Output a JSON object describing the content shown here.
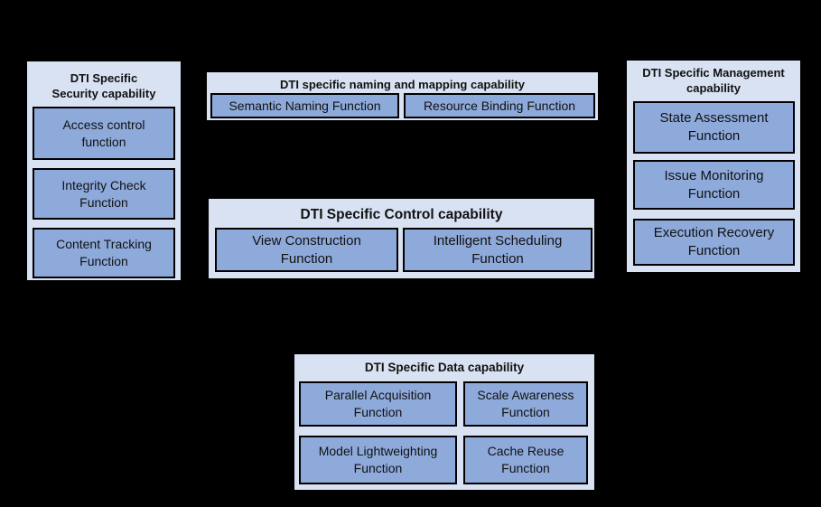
{
  "colors": {
    "background": "#000000",
    "group_fill": "#d9e2f3",
    "function_fill": "#8eaadb",
    "border": "#000000",
    "text": "#111111"
  },
  "groups": {
    "security": {
      "title_lines": [
        "DTI Specific",
        "Security capability"
      ],
      "functions": [
        {
          "lines": [
            "Access control",
            "function"
          ]
        },
        {
          "lines": [
            "Integrity Check",
            "Function"
          ]
        },
        {
          "lines": [
            "Content Tracking",
            "Function"
          ]
        }
      ]
    },
    "naming": {
      "title_lines": [
        "DTI specific naming and mapping capability"
      ],
      "functions": [
        {
          "lines": [
            "Semantic Naming Function"
          ]
        },
        {
          "lines": [
            "Resource Binding Function"
          ]
        }
      ]
    },
    "control": {
      "title_lines": [
        "DTI Specific Control capability"
      ],
      "functions": [
        {
          "lines": [
            "View Construction",
            "Function"
          ]
        },
        {
          "lines": [
            "Intelligent Scheduling",
            "Function"
          ]
        }
      ]
    },
    "management": {
      "title_lines": [
        "DTI Specific Management",
        "capability"
      ],
      "functions": [
        {
          "lines": [
            "State Assessment",
            "Function"
          ]
        },
        {
          "lines": [
            "Issue Monitoring",
            "Function"
          ]
        },
        {
          "lines": [
            "Execution Recovery",
            "Function"
          ]
        }
      ]
    },
    "data": {
      "title_lines": [
        "DTI Specific Data capability"
      ],
      "functions": [
        {
          "lines": [
            "Parallel Acquisition",
            "Function"
          ]
        },
        {
          "lines": [
            "Scale Awareness",
            "Function"
          ]
        },
        {
          "lines": [
            "Model Lightweighting",
            "Function"
          ]
        },
        {
          "lines": [
            "Cache Reuse",
            "Function"
          ]
        }
      ]
    }
  }
}
